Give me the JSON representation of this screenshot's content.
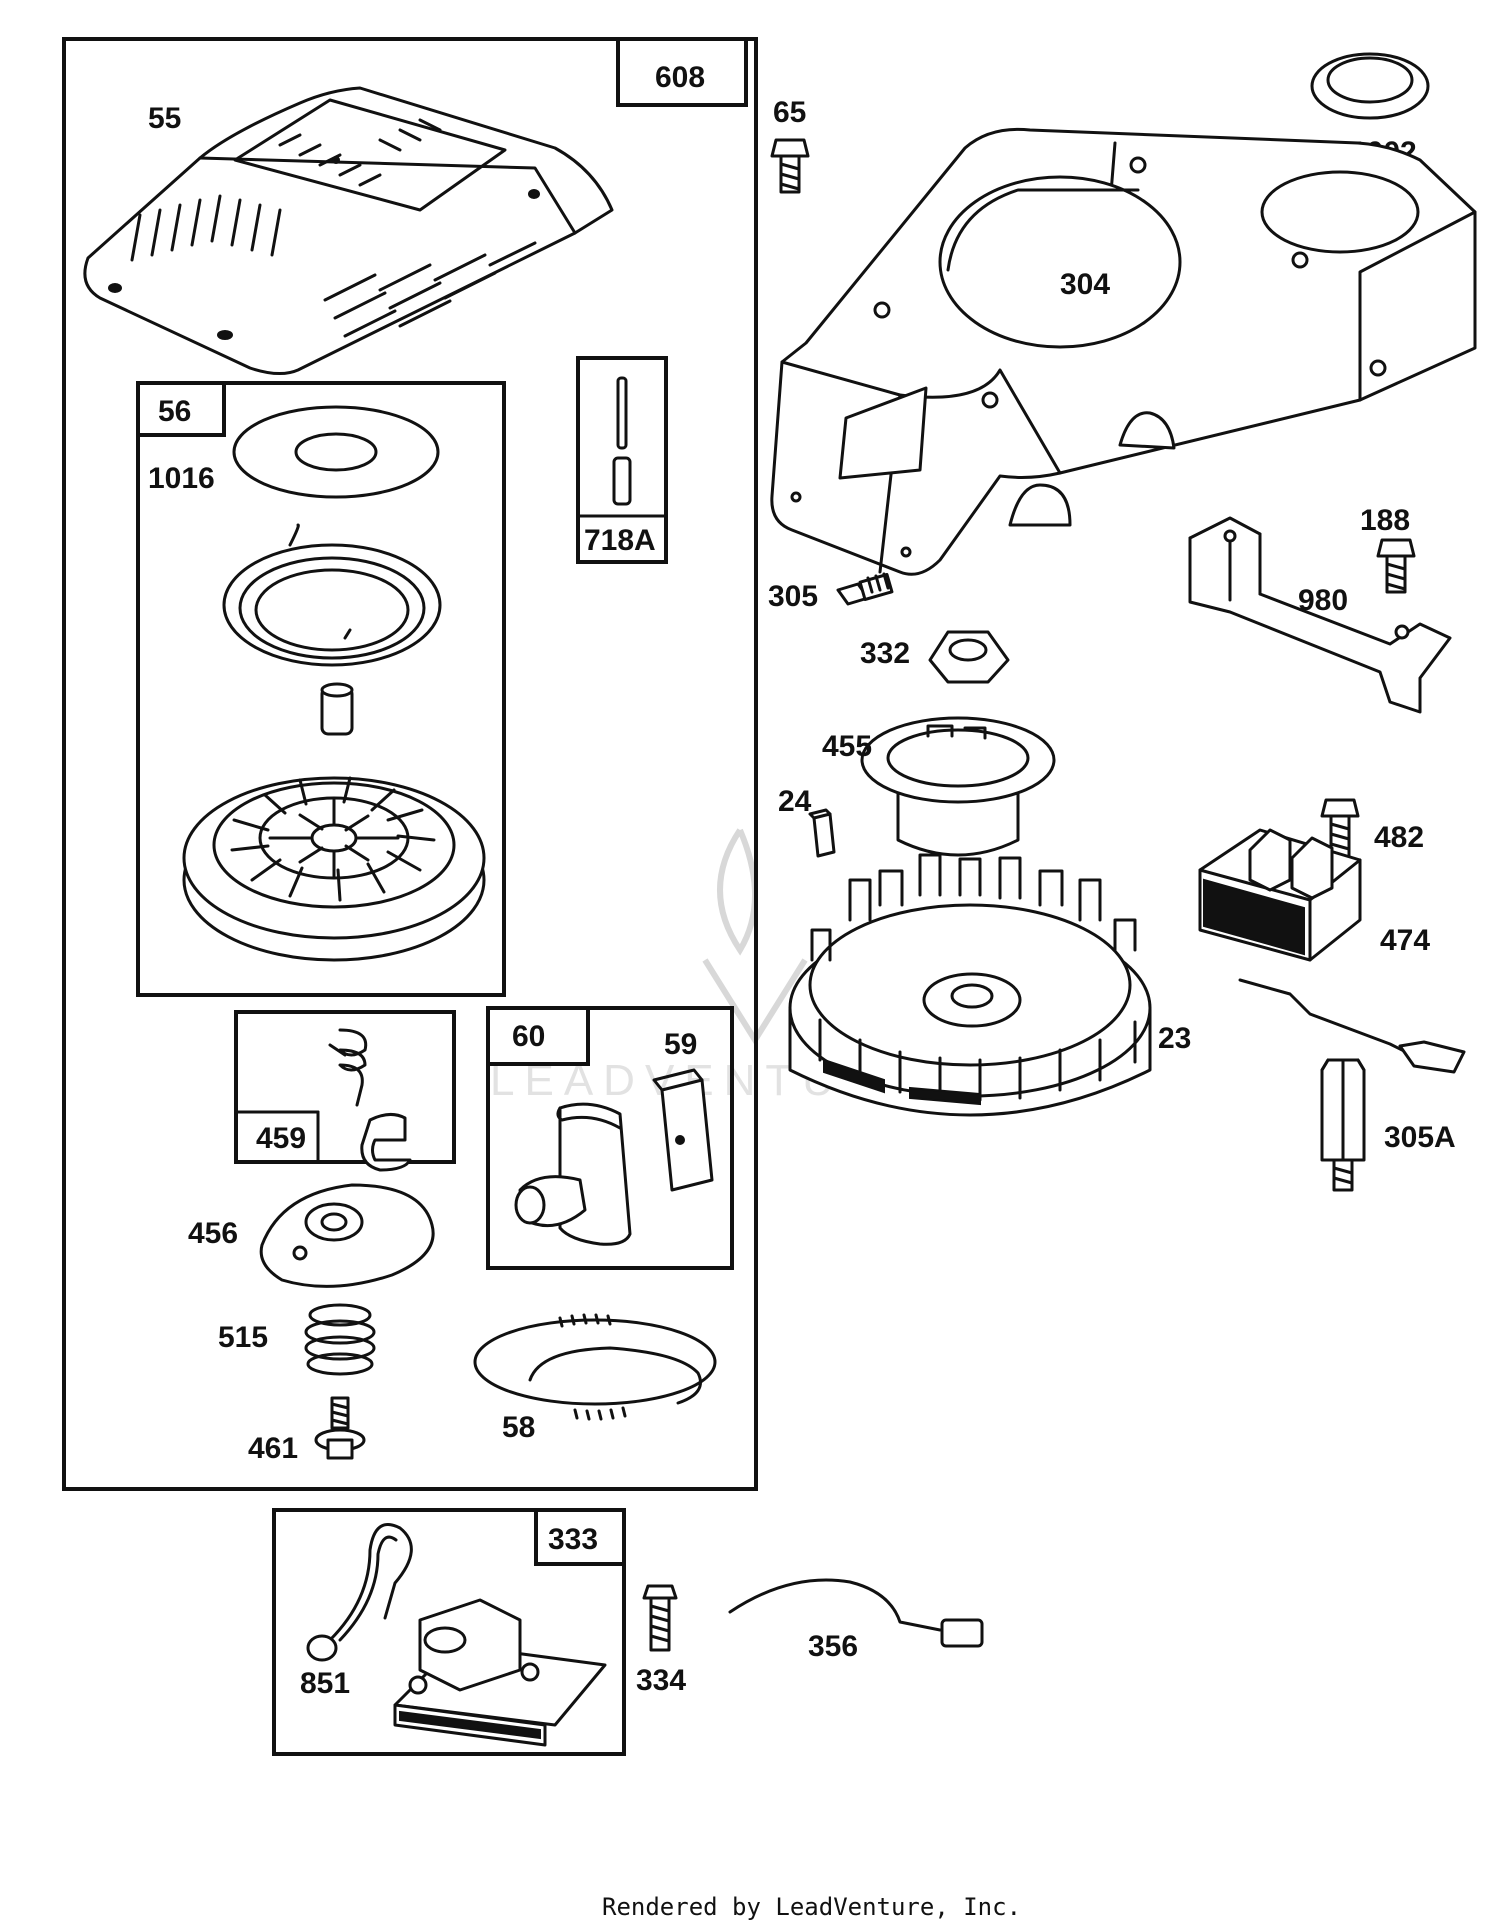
{
  "labels": {
    "p608": "608",
    "p55": "55",
    "p56": "56",
    "p1016": "1016",
    "p718A": "718A",
    "p459": "459",
    "p60": "60",
    "p59": "59",
    "p456": "456",
    "p515": "515",
    "p461": "461",
    "p58": "58",
    "p333": "333",
    "p851": "851",
    "p334": "334",
    "p356": "356",
    "p65": "65",
    "p1002": "1002",
    "p304": "304",
    "p305": "305",
    "p332": "332",
    "p188": "188",
    "p980": "980",
    "p455": "455",
    "p24": "24",
    "p482": "482",
    "p474": "474",
    "p23": "23",
    "p305A": "305A"
  },
  "footer": "Rendered by LeadVenture, Inc.",
  "watermark": "LEADVENTURE"
}
